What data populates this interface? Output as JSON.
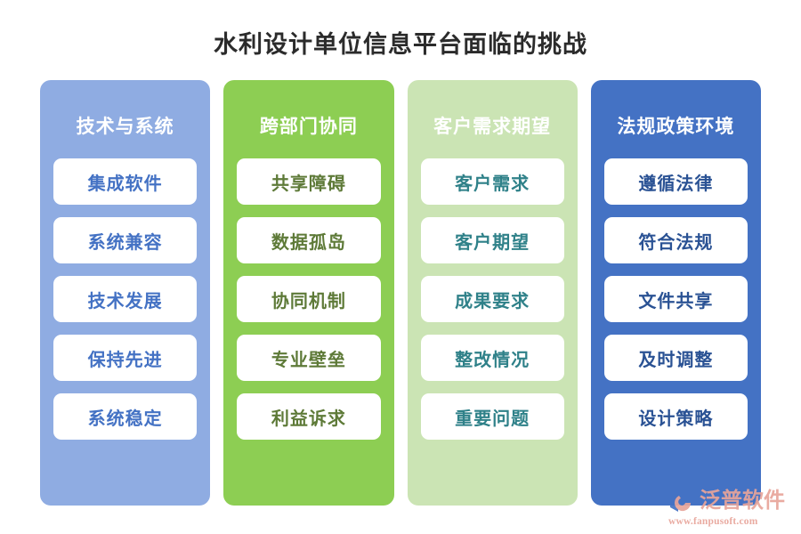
{
  "page": {
    "title": "水利设计单位信息平台面临的挑战",
    "background": "#FFFFFF",
    "title_color": "#2B2B2B"
  },
  "columns": [
    {
      "header": "技术与系统",
      "bg_color": "#8FACE2",
      "header_color": "#FFFFFF",
      "card_bg": "#FFFFFF",
      "card_text_color": "#4472C4",
      "items": [
        "集成软件",
        "系统兼容",
        "技术发展",
        "保持先进",
        "系统稳定"
      ]
    },
    {
      "header": "跨部门协同",
      "bg_color": "#8DCE53",
      "header_color": "#FFFFFF",
      "card_bg": "#FFFFFF",
      "card_text_color": "#5E7A38",
      "items": [
        "共享障碍",
        "数据孤岛",
        "协同机制",
        "专业壁垒",
        "利益诉求"
      ]
    },
    {
      "header": "客户需求期望",
      "bg_color": "#CBE4B4",
      "header_color": "#FFFFFF",
      "card_bg": "#FFFFFF",
      "card_text_color": "#2F8189",
      "items": [
        "客户需求",
        "客户期望",
        "成果要求",
        "整改情况",
        "重要问题"
      ]
    },
    {
      "header": "法规政策环境",
      "bg_color": "#4472C4",
      "header_color": "#FFFFFF",
      "card_bg": "#FFFFFF",
      "card_text_color": "#2A5294",
      "items": [
        "遵循法律",
        "符合法规",
        "文件共享",
        "及时调整",
        "设计策略"
      ]
    }
  ],
  "watermark": {
    "brand": "泛普软件",
    "url": "www.fanpusoft.com",
    "logo_icon": "fanpu-logo-icon",
    "color": "#E8A49A"
  }
}
